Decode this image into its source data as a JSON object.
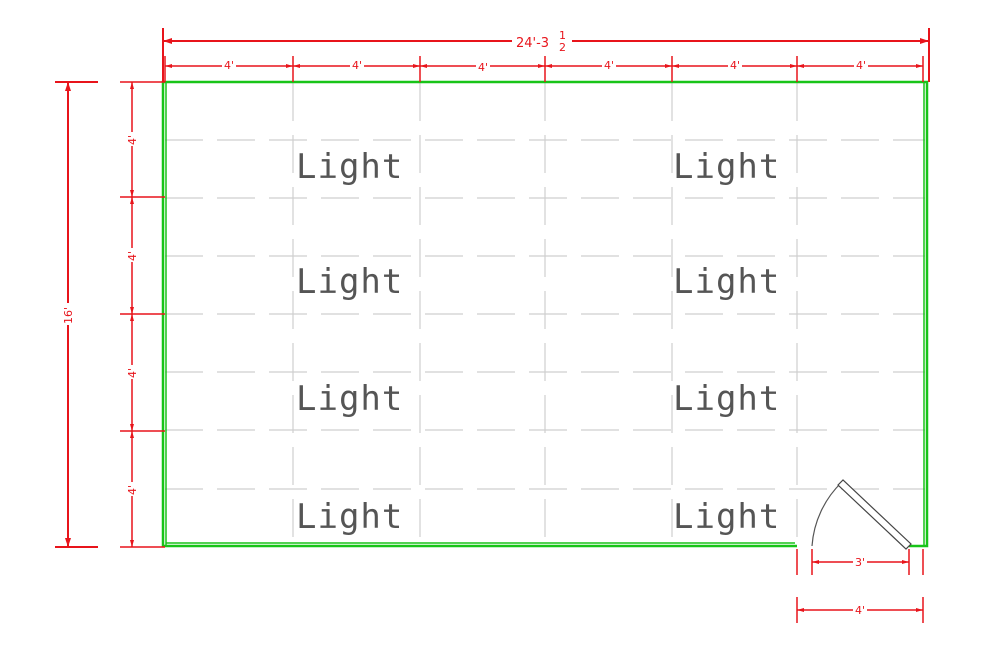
{
  "plan": {
    "overall_width": "24'-3",
    "overall_width_fraction_num": "1",
    "overall_width_fraction_den": "2",
    "overall_height": "16'",
    "column_labels": [
      "4'",
      "4'",
      "4'",
      "4'",
      "4'",
      "4'"
    ],
    "row_labels": [
      "4'",
      "4'",
      "4'",
      "4'"
    ],
    "door_width": "3'",
    "door_opening": "4'",
    "fixture_label": "Light",
    "fixtures": [
      {
        "col": 0,
        "row": 0,
        "text": "Light"
      },
      {
        "col": 1,
        "row": 0,
        "text": "Light"
      },
      {
        "col": 0,
        "row": 1,
        "text": "Light"
      },
      {
        "col": 1,
        "row": 1,
        "text": "Light"
      },
      {
        "col": 0,
        "row": 2,
        "text": "Light"
      },
      {
        "col": 1,
        "row": 2,
        "text": "Light"
      },
      {
        "col": 0,
        "row": 3,
        "text": "Light"
      },
      {
        "col": 1,
        "row": 3,
        "text": "Light"
      }
    ],
    "colors": {
      "dimension": "#e8141b",
      "wall": "#18c418",
      "grid": "#cfcfcf",
      "text": "#555555"
    }
  }
}
